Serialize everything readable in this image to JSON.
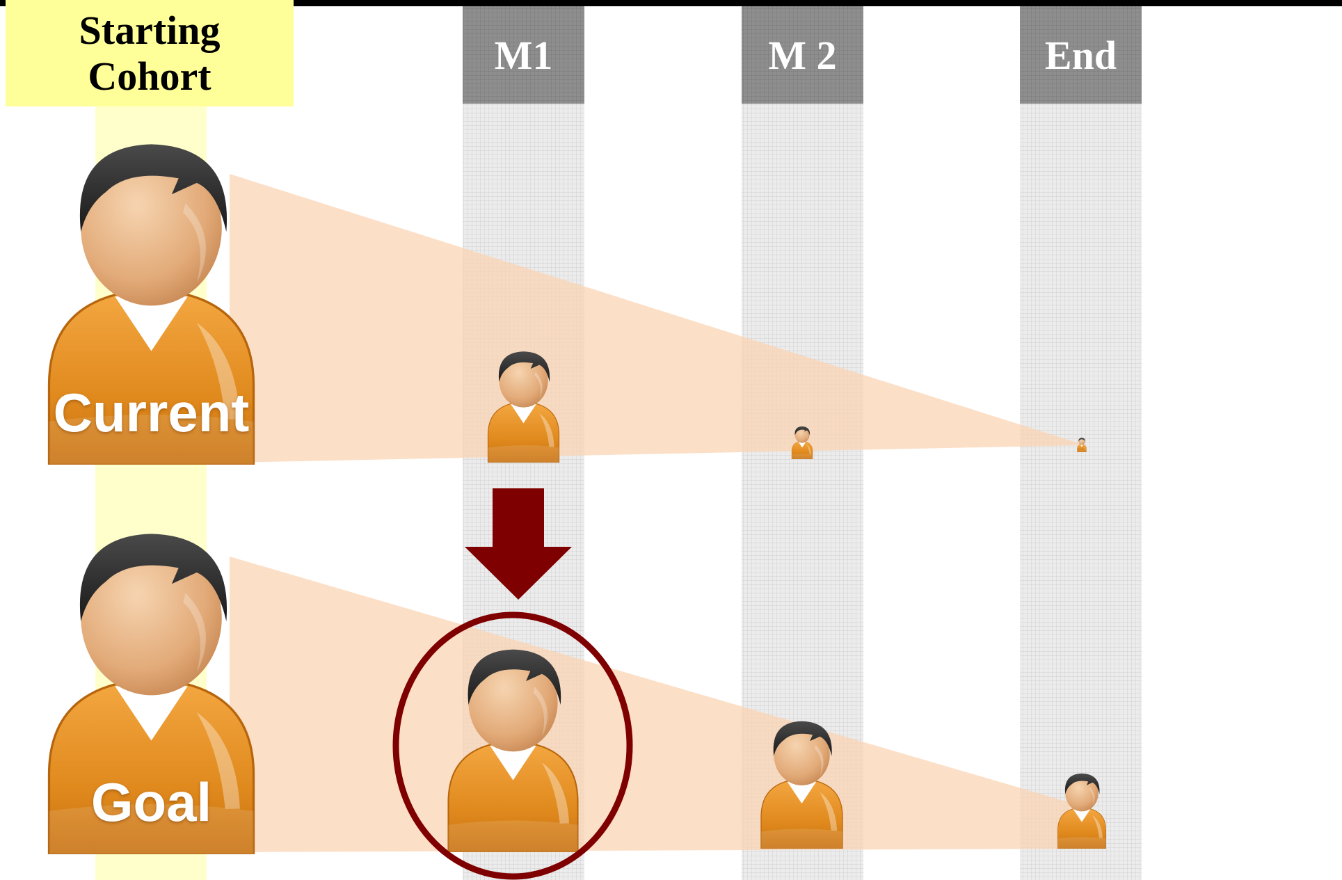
{
  "header": {
    "starting_cohort_line1": "Starting",
    "starting_cohort_line2": "Cohort"
  },
  "columns": [
    {
      "id": "m1",
      "label": "M1"
    },
    {
      "id": "m2",
      "label": "M 2"
    },
    {
      "id": "end",
      "label": "End"
    }
  ],
  "rows": {
    "current_label": "Current",
    "goal_label": "Goal"
  },
  "colors": {
    "header_highlight": "#ffff99",
    "column_header": "#8c8c8c",
    "column_body": "#e4e4e4",
    "funnel": "#fbd4b4",
    "arrow": "#7f0000",
    "circle": "#7f0000",
    "shirt": "#e8901f",
    "face": "#e9b98c",
    "hair": "#2b2b2b"
  },
  "icons": {
    "person": "person-icon",
    "arrow": "down-arrow-icon",
    "circle": "highlight-circle"
  }
}
